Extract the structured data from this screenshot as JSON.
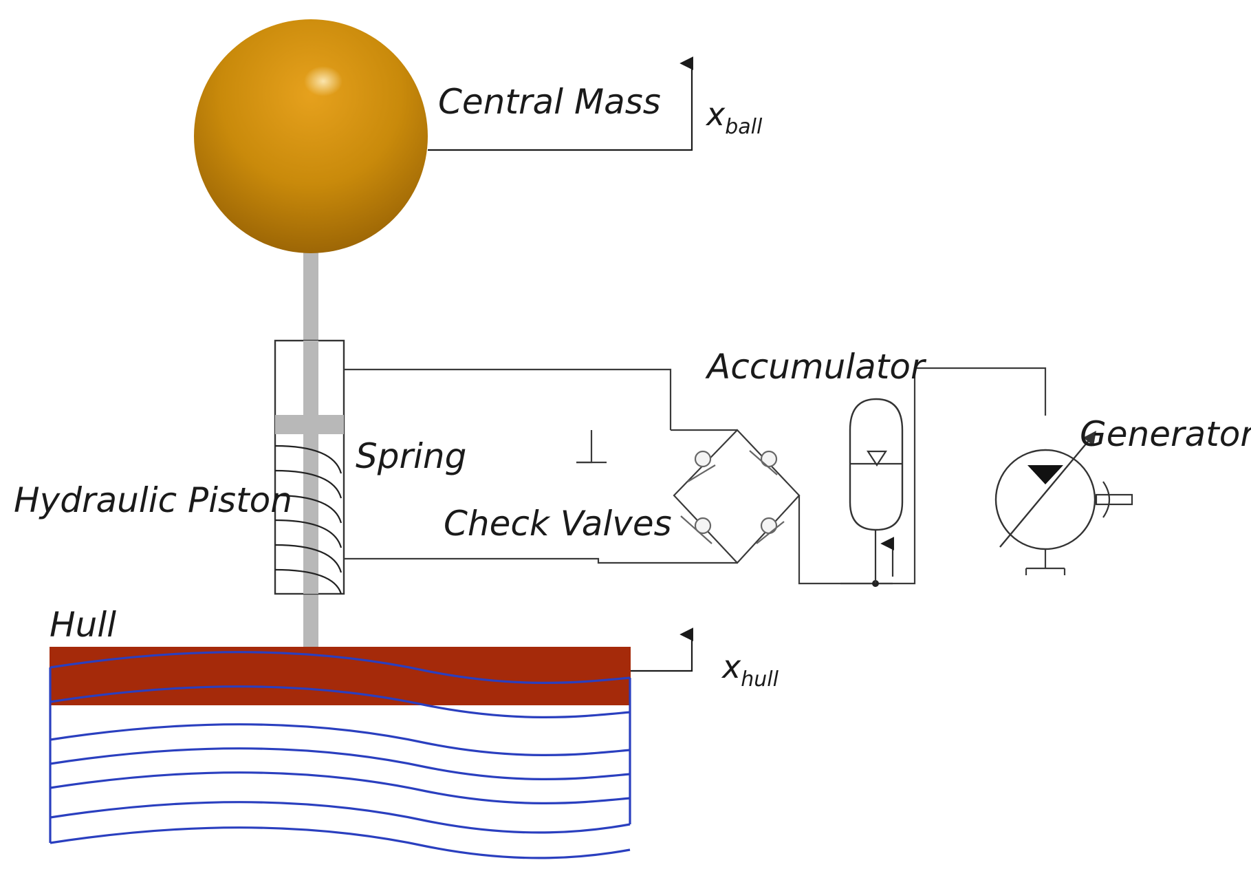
{
  "labels": {
    "central_mass": "Central Mass",
    "spring": "Spring",
    "hydraulic_piston": "Hydraulic Piston",
    "check_valves": "Check Valves",
    "accumulator": "Accumulator",
    "generator": "Generator",
    "hull": "Hull"
  },
  "variables": {
    "x_ball": {
      "base": "x",
      "sub": "ball"
    },
    "x_hull": {
      "base": "x",
      "sub": "hull"
    }
  },
  "colors": {
    "mass": "#c98a0b",
    "hull": "#a52a0a",
    "waves": "#2a3fbf",
    "rod": "#b8b8b8",
    "lines": "#3a3a3a"
  }
}
